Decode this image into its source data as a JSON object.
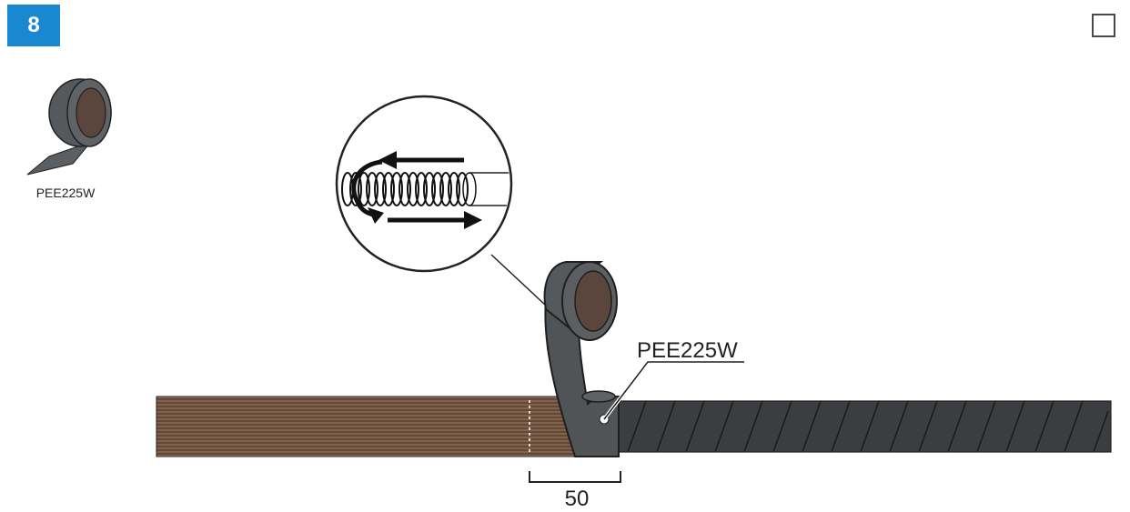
{
  "step": {
    "number": "8"
  },
  "materials": {
    "tape_code": "PEE225W",
    "tape_color": "#55595b",
    "tape_inner_color": "#5a463c"
  },
  "callout": {
    "label": "PEE225W"
  },
  "dimension": {
    "value": "50"
  },
  "colors": {
    "step_badge": "#1a88d1",
    "cable_copper": "#6b4d36",
    "cable_wrapped": "#3b3d40"
  },
  "icons": {
    "checkbox": "checkbox-icon",
    "tape_roll": "tape-roll-icon",
    "wrap_direction": "wrap-direction-arrows-icon"
  }
}
